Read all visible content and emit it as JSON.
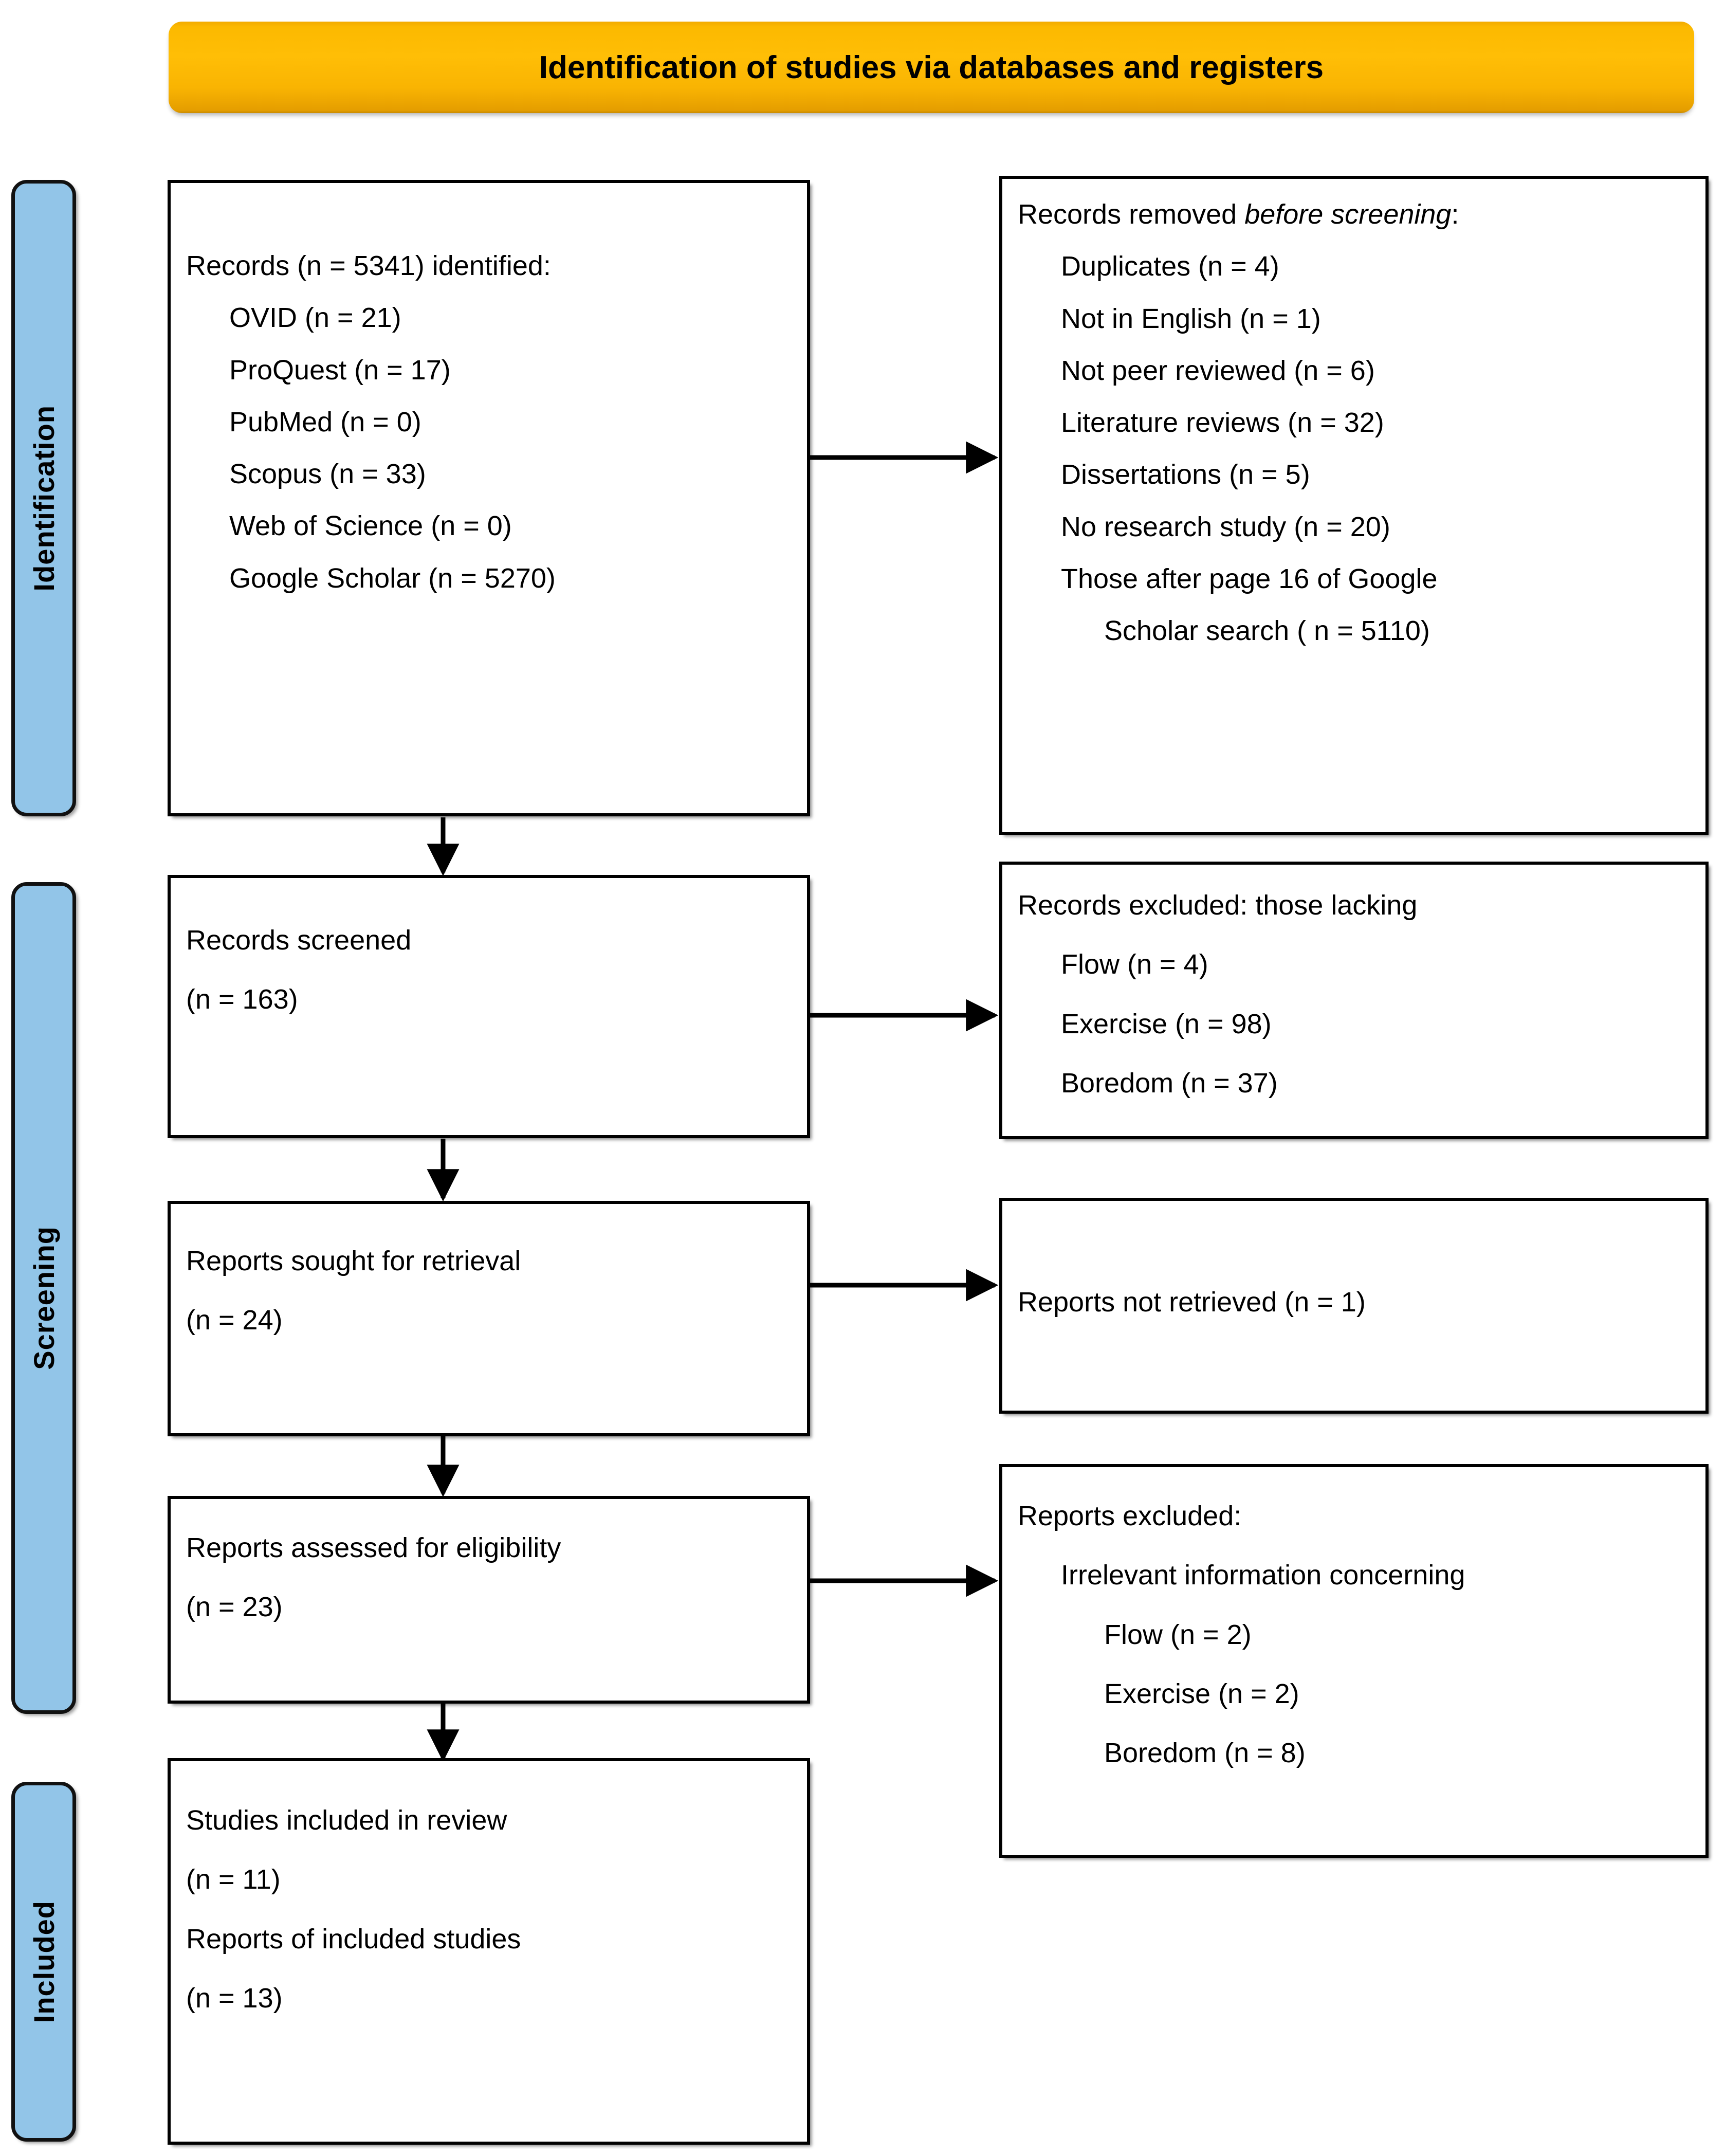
{
  "banner": {
    "title": "Identification of studies via databases and registers",
    "color": "#FFBE06"
  },
  "stages": [
    {
      "label": "Identification",
      "color": "#92C5E8"
    },
    {
      "label": "Screening",
      "color": "#92C5E8"
    },
    {
      "label": "Included",
      "color": "#92C5E8"
    }
  ],
  "boxes": {
    "records_identified": {
      "heading": "Records (n = 5341) identified:",
      "items": [
        "OVID (n = 21)",
        "ProQuest (n = 17)",
        "PubMed (n = 0)",
        "Scopus (n = 33)",
        "Web of Science (n = 0)",
        "Google Scholar (n = 5270)"
      ]
    },
    "records_removed": {
      "heading_a": "Records removed ",
      "heading_b": "before screening",
      "heading_c": ":",
      "items": [
        "Duplicates (n = 4)",
        "Not in English (n = 1)",
        "Not peer reviewed (n = 6)",
        "Literature reviews (n = 32)",
        "Dissertations (n = 5)",
        "No research study (n = 20)",
        "Those after page 16 of Google"
      ],
      "item_continuation": "Scholar search ( n = 5110)"
    },
    "records_screened": {
      "heading": "Records screened",
      "count": "(n = 163)"
    },
    "records_excluded": {
      "heading": "Records excluded: those lacking",
      "items": [
        "Flow (n = 4)",
        "Exercise (n = 98)",
        "Boredom (n = 37)"
      ]
    },
    "reports_sought": {
      "heading": "Reports sought for retrieval",
      "count": "(n = 24)"
    },
    "reports_not_retrieved": {
      "heading": "Reports not retrieved (n = 1)"
    },
    "reports_assessed": {
      "heading": "Reports assessed for eligibility",
      "count": "(n = 23)"
    },
    "reports_excluded": {
      "heading": "Reports excluded:",
      "subheading": "Irrelevant information concerning",
      "items": [
        "Flow (n = 2)",
        "Exercise (n = 2)",
        "Boredom (n = 8)"
      ]
    },
    "studies_included": {
      "heading_studies": "Studies included in review",
      "count_studies": "(n = 11)",
      "heading_reports": "Reports of included studies",
      "count_reports": "(n = 13)"
    }
  }
}
